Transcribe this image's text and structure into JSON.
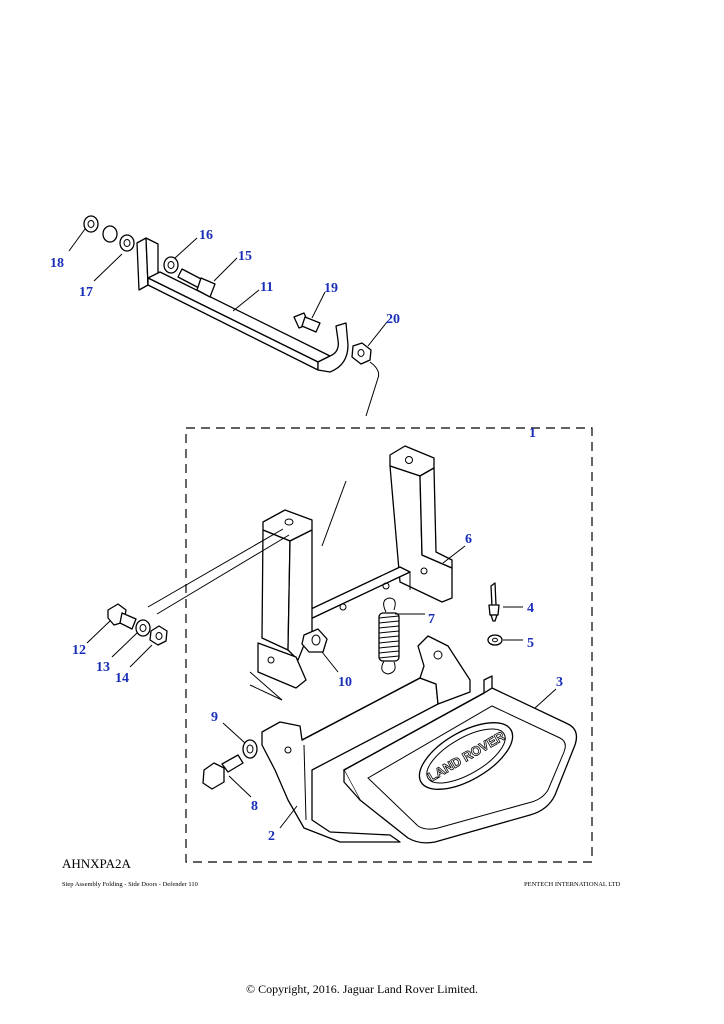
{
  "diagram": {
    "code": "AHNXPA2A",
    "caption_left": "Step Assembly Folding - Side Doors - Defender 110",
    "caption_right": "PENTECH INTERNATIONAL LTD",
    "copyright": "© Copyright, 2016. Jaguar Land Rover Limited.",
    "logo_text": "LAND ROVER",
    "callout_color": "#1a2fb8",
    "callouts": [
      "1",
      "2",
      "3",
      "4",
      "5",
      "6",
      "7",
      "8",
      "9",
      "10",
      "11",
      "12",
      "13",
      "14",
      "15",
      "16",
      "17",
      "18",
      "19",
      "20"
    ]
  }
}
